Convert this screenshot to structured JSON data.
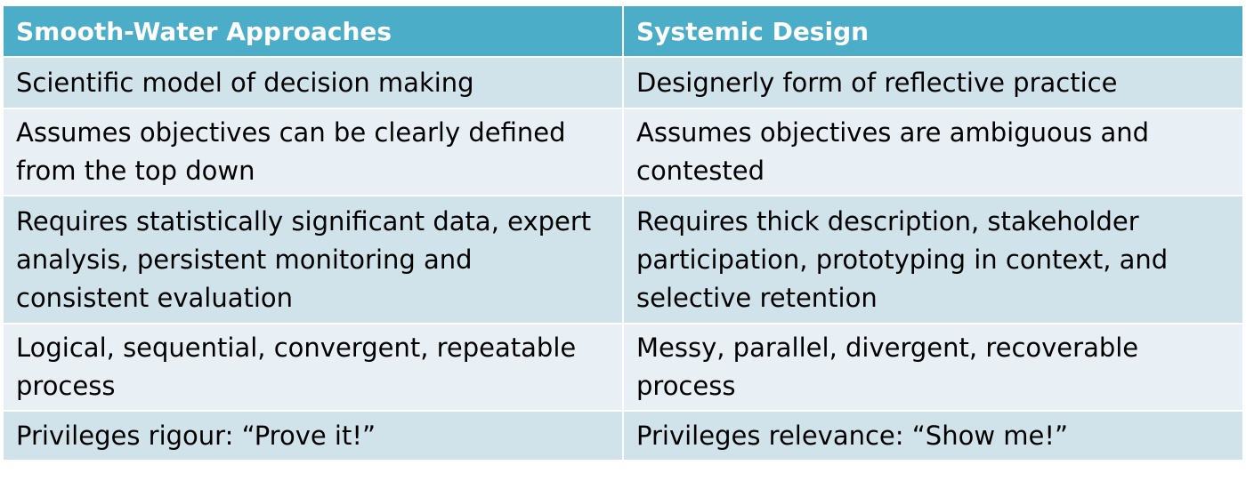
{
  "table": {
    "headers": [
      "Smooth-Water Approaches",
      "Systemic Design"
    ],
    "rows": [
      [
        "Scientific model of decision making",
        "Designerly form of reflective practice"
      ],
      [
        "Assumes objectives can be clearly defined from the top down",
        "Assumes objectives are ambiguous and contested"
      ],
      [
        "Requires statistically significant data, expert analysis, persistent monitoring and consistent evaluation",
        "Requires thick description, stakeholder participation, prototyping in context, and selective retention"
      ],
      [
        "Logical, sequential, convergent, repeatable process",
        "Messy, parallel, divergent, recoverable process"
      ],
      [
        "Privileges rigour: “Prove it!”",
        "Privileges relevance: “Show me!”"
      ]
    ]
  },
  "colors": {
    "header_bg": "#4badc7",
    "row_dark": "#d1e3ea",
    "row_light": "#e8f0f5"
  }
}
